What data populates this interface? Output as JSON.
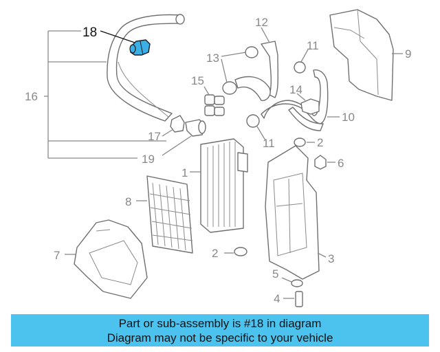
{
  "highlight_color": "#3ab0e6",
  "banner_color": "#4cc3ee",
  "callouts": {
    "c1": "1",
    "c2a": "2",
    "c2b": "2",
    "c3": "3",
    "c4": "4",
    "c5": "5",
    "c6": "6",
    "c7": "7",
    "c8": "8",
    "c9": "9",
    "c10": "10",
    "c11a": "11",
    "c11b": "11",
    "c12": "12",
    "c13": "13",
    "c14": "14",
    "c15": "15",
    "c16": "16",
    "c17": "17",
    "c18": "18",
    "c19": "19"
  },
  "banner": {
    "line1": "Part or sub-assembly is #18 in diagram",
    "line2": "Diagram may not be specific to your vehicle"
  }
}
